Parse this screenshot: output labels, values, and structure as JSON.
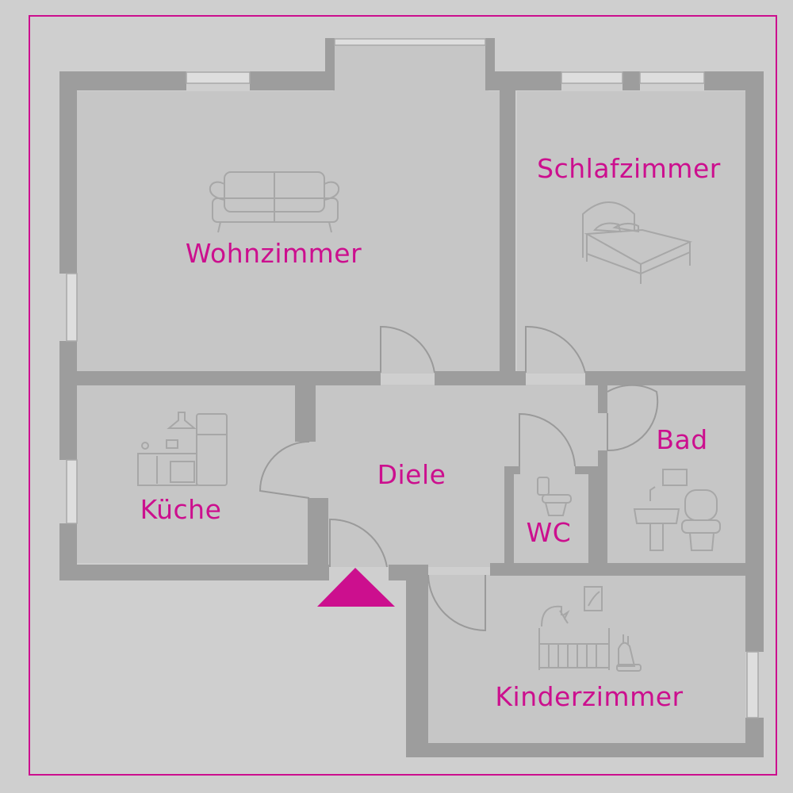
{
  "colors": {
    "background": "#cfcfcf",
    "floor": "#c6c6c6",
    "wall": "#9d9d9d",
    "accent": "#cc0f8e",
    "furniture": "#a7a7a7"
  },
  "rooms": {
    "wohnzimmer": "Wohnzimmer",
    "schlafzimmer": "Schlafzimmer",
    "kueche": "Küche",
    "diele": "Diele",
    "bad": "Bad",
    "wc": "WC",
    "kinderzimmer": "Kinderzimmer"
  },
  "icons": {
    "entrance": "entrance-triangle-icon",
    "sofa": "sofa-icon",
    "bed": "bed-icon",
    "kitchen": "kitchen-icon",
    "toilet": "toilet-icon",
    "bathroom": "bathroom-icon",
    "crib": "crib-icon"
  }
}
